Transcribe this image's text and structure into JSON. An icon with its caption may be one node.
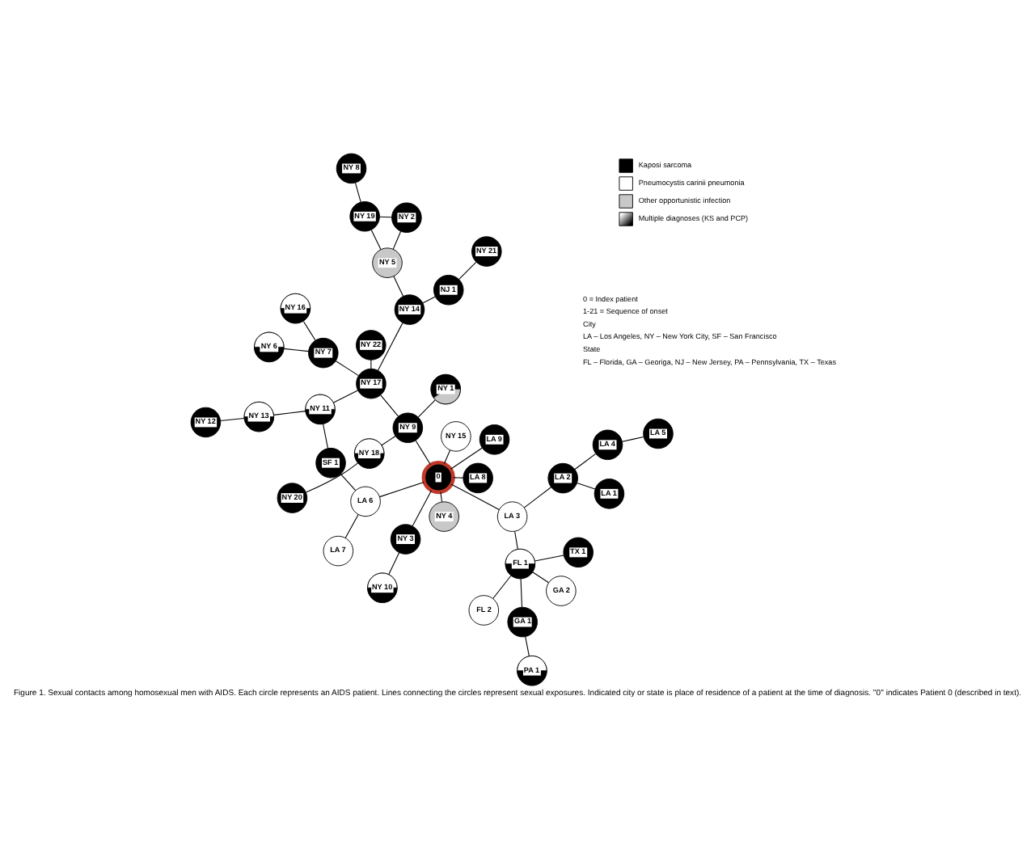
{
  "diagram": {
    "caption": "Figure 1. Sexual contacts among homosexual men with AIDS. Each circle represents an AIDS patient. Lines connecting the circles represent sexual exposures. Indicated city or state is place of residence of a patient at the time of diagnosis. ''0'' indicates Patient 0 (described in text).",
    "nodes": [
      {
        "text": [
          "PA 1"
        ]
      },
      {
        "text": [
          "GA 1"
        ]
      },
      {
        "text": [
          "GA 2"
        ]
      },
      {
        "text": [
          "TX 1"
        ]
      },
      {
        "text": [
          "FL 1"
        ]
      },
      {
        "text": [
          "FL 2"
        ]
      },
      {
        "text": [
          "NY 10"
        ]
      },
      {
        "text": [
          "LA 9"
        ]
      },
      {
        "text": [
          "NY 3"
        ]
      },
      {
        "text": [
          "LA 3"
        ]
      },
      {
        "text": [
          "NY 4"
        ]
      },
      {
        "text": [
          "NY 20"
        ]
      },
      {
        "text": [
          "LA 1"
        ]
      },
      {
        "text": [
          "LA 2"
        ]
      },
      {
        "text": [
          "0"
        ]
      },
      {
        "text": [
          "NY 18"
        ]
      },
      {
        "text": [
          "LA 8"
        ]
      },
      {
        "text": [
          "NY 9"
        ]
      },
      {
        "text": [
          "NY 1"
        ]
      },
      {
        "text": [
          "LA 4"
        ]
      },
      {
        "text": [
          "NY 6"
        ]
      },
      {
        "text": [
          "LA 7"
        ]
      },
      {
        "text": [
          "LA 6"
        ]
      },
      {
        "text": [
          "NY 15"
        ]
      },
      {
        "text": [
          "LA 5"
        ]
      },
      {
        "text": [
          "SF 1"
        ]
      },
      {
        "text": [
          "NY 17"
        ]
      },
      {
        "text": [
          "NY 7"
        ]
      },
      {
        "text": [
          "NY 22"
        ]
      },
      {
        "text": [
          "NY 16"
        ]
      },
      {
        "text": [
          "NY 14"
        ]
      },
      {
        "text": [
          "NJ 1"
        ]
      },
      {
        "text": [
          "NY 11"
        ]
      },
      {
        "text": [
          "NY 5"
        ]
      },
      {
        "text": [
          "NY 21"
        ]
      },
      {
        "text": [
          "NY 19"
        ]
      },
      {
        "text": [
          "NY 13"
        ]
      },
      {
        "text": [
          "NY 2"
        ]
      },
      {
        "text": [
          "NY 8"
        ]
      },
      {
        "text": [
          "NY 12"
        ]
      }
    ],
    "edges": [
      {
        "from": 0,
        "to": 1,
        "arrow": "none"
      },
      {
        "from": 1,
        "to": 4,
        "arrow": "none"
      },
      {
        "from": 2,
        "to": 4,
        "arrow": "none"
      },
      {
        "from": 3,
        "to": 4,
        "arrow": "none"
      },
      {
        "from": 5,
        "to": 4,
        "arrow": "none"
      },
      {
        "from": 4,
        "to": 9,
        "arrow": "none"
      },
      {
        "from": 6,
        "to": 8,
        "arrow": "none"
      },
      {
        "from": 7,
        "to": 14,
        "arrow": "none"
      },
      {
        "from": 8,
        "to": 14,
        "arrow": "none"
      },
      {
        "from": 9,
        "to": 14,
        "arrow": "none"
      },
      {
        "from": 9,
        "to": 13,
        "arrow": "none"
      },
      {
        "from": 10,
        "to": 14,
        "arrow": "none"
      },
      {
        "from": 11,
        "to": 15,
        "arrow": "none"
      },
      {
        "from": 12,
        "to": 13,
        "arrow": "none"
      },
      {
        "from": 13,
        "to": 19,
        "arrow": "none"
      },
      {
        "from": 19,
        "to": 24,
        "arrow": "none"
      },
      {
        "from": 16,
        "to": 14,
        "arrow": "none"
      },
      {
        "from": 14,
        "to": 17,
        "arrow": "none"
      },
      {
        "from": 14,
        "to": 22,
        "arrow": "none"
      },
      {
        "from": 14,
        "to": 23,
        "arrow": "none"
      },
      {
        "from": 15,
        "to": 17,
        "arrow": "none"
      },
      {
        "from": 17,
        "to": 18,
        "arrow": "none"
      },
      {
        "from": 17,
        "to": 26,
        "arrow": "none"
      },
      {
        "from": 21,
        "to": 22,
        "arrow": "none"
      },
      {
        "from": 22,
        "to": 25,
        "arrow": "none"
      },
      {
        "from": 25,
        "to": 32,
        "arrow": "none"
      },
      {
        "from": 26,
        "to": 27,
        "arrow": "none"
      },
      {
        "from": 27,
        "to": 20,
        "arrow": "none"
      },
      {
        "from": 27,
        "to": 29,
        "arrow": "none"
      },
      {
        "from": 26,
        "to": 28,
        "arrow": "none"
      },
      {
        "from": 26,
        "to": 30,
        "arrow": "none"
      },
      {
        "from": 26,
        "to": 32,
        "arrow": "none"
      },
      {
        "from": 30,
        "to": 31,
        "arrow": "none"
      },
      {
        "from": 31,
        "to": 34,
        "arrow": "none"
      },
      {
        "from": 30,
        "to": 33,
        "arrow": "none"
      },
      {
        "from": 33,
        "to": 37,
        "arrow": "none"
      },
      {
        "from": 33,
        "to": 35,
        "arrow": "none"
      },
      {
        "from": 37,
        "to": 35,
        "arrow": "none"
      },
      {
        "from": 35,
        "to": 38,
        "arrow": "none"
      },
      {
        "from": 32,
        "to": 36,
        "arrow": "none"
      },
      {
        "from": 36,
        "to": 39,
        "arrow": "none"
      }
    ],
    "labels": [
      "0 = Index patient",
      "1-21 = Sequence of onset",
      "City",
      "LA – Los Angeles, NY – New York City, SF – San Francisco",
      "State",
      "FL – Florida, GA – Georiga, NJ – New Jersey, PA – Pennsylvania, TX – Texas"
    ],
    "legend": [
      {
        "text": "Kaposi sarcoma",
        "color": "#000000"
      },
      {
        "text": "Pneumocystis carinii pneumonia",
        "color": "#ffffff"
      },
      {
        "text": "Other opportunistic infection",
        "color": "#c8c8c8"
      },
      {
        "text": "Multiple diagnoses (KS and PCP)"
      }
    ]
  }
}
